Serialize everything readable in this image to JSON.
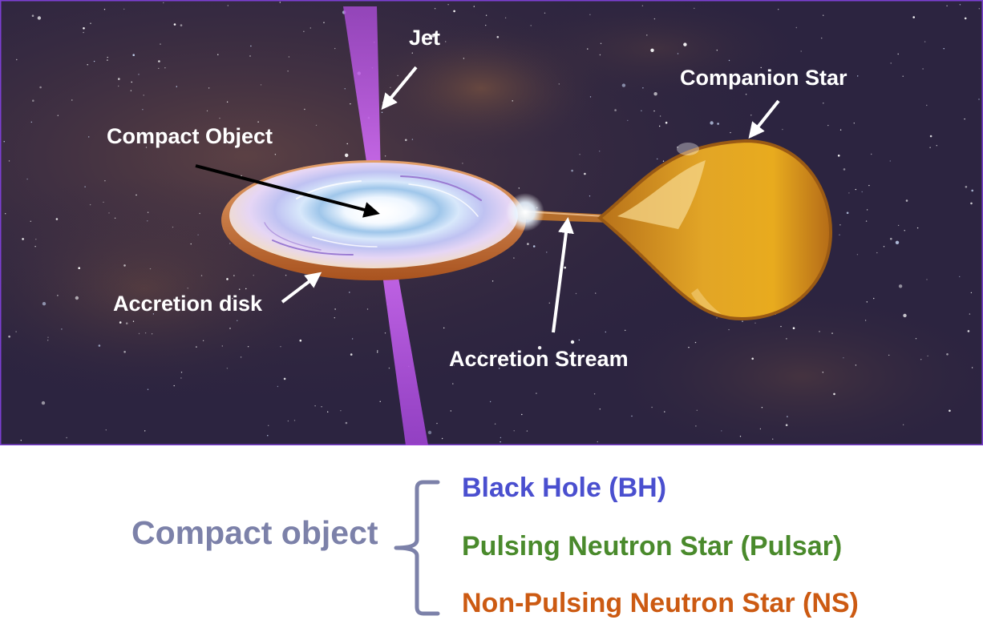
{
  "diagram": {
    "labels": {
      "jet": "Jet",
      "compact_object": "Compact Object",
      "companion_star": "Companion Star",
      "accretion_disk": "Accretion disk",
      "accretion_stream": "Accretion Stream"
    }
  },
  "legend": {
    "title": "Compact object",
    "title_color": "#7c81a9",
    "types": [
      {
        "label": "Black Hole (BH)",
        "color": "#4a4fcf"
      },
      {
        "label": "Pulsing Neutron Star (Pulsar)",
        "color": "#4a8a2c"
      },
      {
        "label": "Non-Pulsing Neutron Star (NS)",
        "color": "#cc5a12"
      }
    ]
  },
  "colors": {
    "space": "#2c2440",
    "jet": "#c25de8",
    "disk_rim": "#b9622a",
    "star": "#e6a11c"
  }
}
